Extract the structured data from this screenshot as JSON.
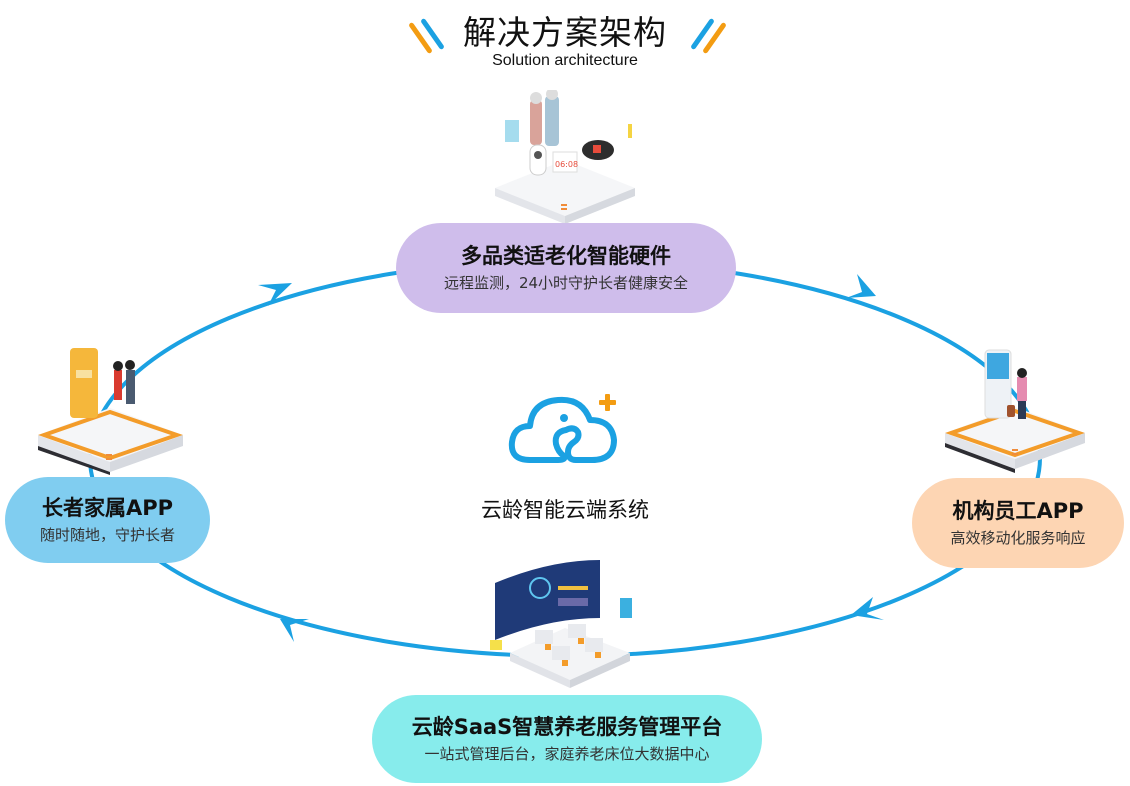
{
  "header": {
    "title": "解决方案架构",
    "subtitle": "Solution architecture",
    "accent_colors": [
      "#f39c12",
      "#1ba1e2"
    ]
  },
  "center": {
    "logo_icon": "cloud-elder-icon",
    "label": "云龄智能云端系统",
    "logo_color": "#1ba1e2",
    "plus_color": "#f39c12"
  },
  "nodes": [
    {
      "id": "hardware",
      "title": "多品类适老化智能硬件",
      "subtitle": "远程监测，24小时守护长者健康安全",
      "color": "#cfbdeb",
      "illustration": "smart-hardware-illustration",
      "position": "top"
    },
    {
      "id": "staff-app",
      "title": "机构员工APP",
      "subtitle": "高效移动化服务响应",
      "color": "#fdd5b3",
      "illustration": "staff-app-illustration",
      "position": "right"
    },
    {
      "id": "saas",
      "title": "云龄SaaS智慧养老服务管理平台",
      "subtitle": "一站式管理后台，家庭养老床位大数据中心",
      "color": "#87ecec",
      "illustration": "saas-dashboard-illustration",
      "position": "bottom"
    },
    {
      "id": "family-app",
      "title": "长者家属APP",
      "subtitle": "随时随地，守护长者",
      "color": "#80cdf0",
      "illustration": "family-app-illustration",
      "position": "left"
    }
  ],
  "ring": {
    "color": "#1ba1e2",
    "direction": "clockwise"
  }
}
